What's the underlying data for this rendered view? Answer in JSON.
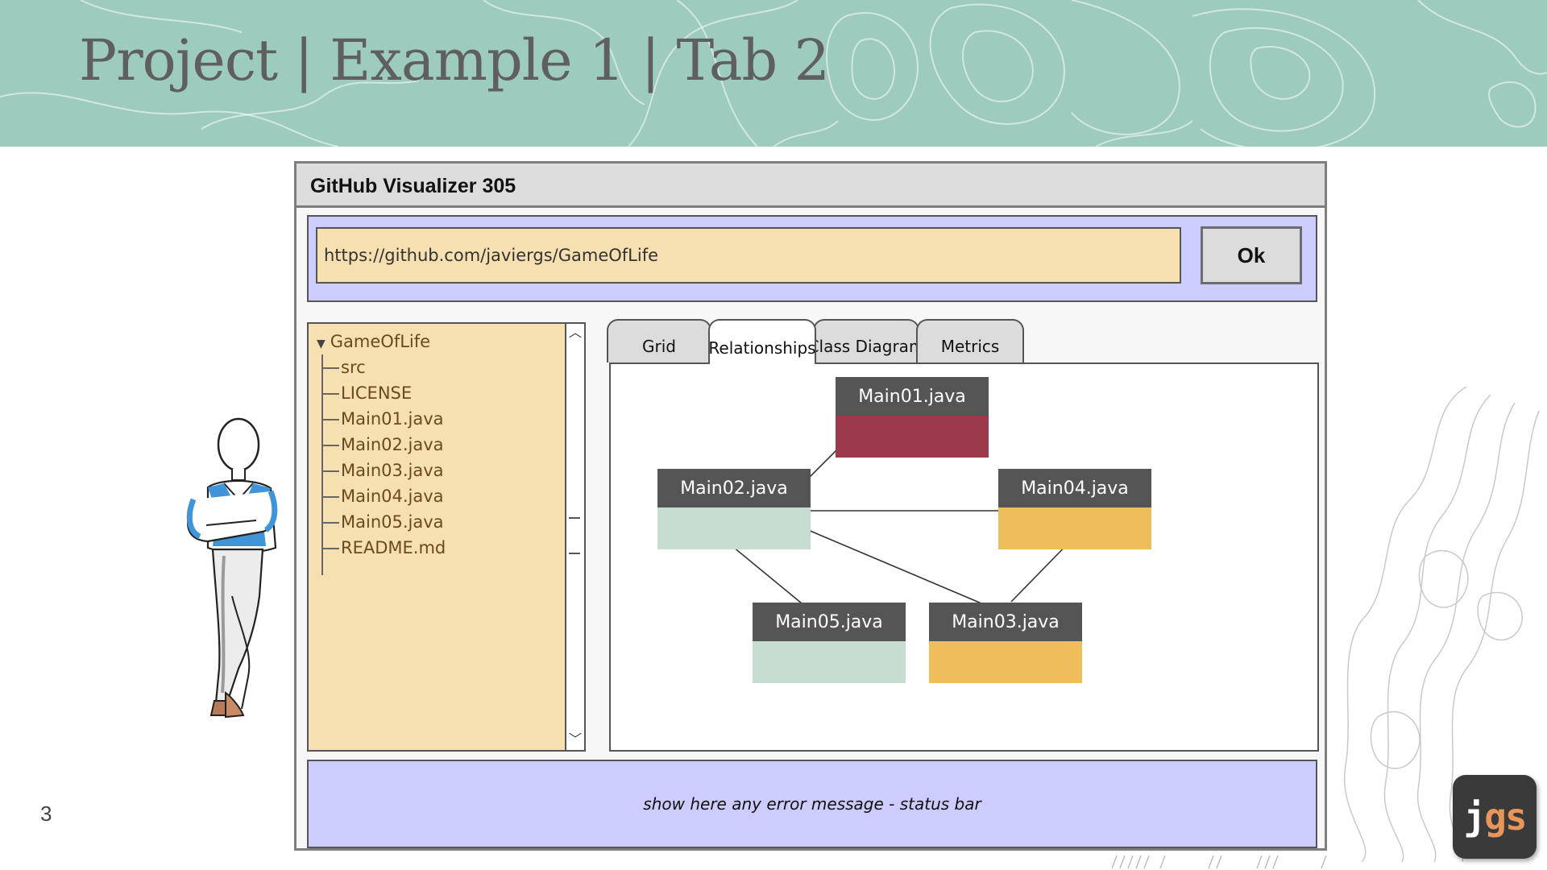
{
  "slide": {
    "title": "Project | Example 1 | Tab 2",
    "page_number": "3",
    "logo": {
      "j": "j",
      "gs": "gs"
    }
  },
  "app": {
    "title": "GitHub Visualizer 305",
    "url_value": "https://github.com/javiergs/GameOfLife",
    "ok_label": "Ok"
  },
  "tree": {
    "root": "GameOfLife",
    "children": [
      "src",
      "LICENSE",
      "Main01.java",
      "Main02.java",
      "Main03.java",
      "Main04.java",
      "Main05.java",
      "README.md"
    ]
  },
  "tabs": [
    {
      "label": "Grid",
      "active": false
    },
    {
      "label": "Relationships",
      "active": true
    },
    {
      "label": "Class Diagram",
      "active": false
    },
    {
      "label": "Metrics",
      "active": false
    }
  ],
  "diagram": {
    "nodes": [
      {
        "id": "main01",
        "label": "Main01.java",
        "color": "#9c3a4b"
      },
      {
        "id": "main02",
        "label": "Main02.java",
        "color": "#c8ddd2"
      },
      {
        "id": "main04",
        "label": "Main04.java",
        "color": "#eebe5a"
      },
      {
        "id": "main05",
        "label": "Main05.java",
        "color": "#c8ddd2"
      },
      {
        "id": "main03",
        "label": "Main03.java",
        "color": "#eebe5a"
      }
    ],
    "edges": [
      [
        "main01",
        "main02"
      ],
      [
        "main02",
        "main04"
      ],
      [
        "main02",
        "main05"
      ],
      [
        "main02",
        "main03"
      ],
      [
        "main04",
        "main03"
      ]
    ]
  },
  "status_message": "show here any error message - status bar",
  "colors": {
    "header_band": "#9dcbbd",
    "panel_lavender": "#ccccfd",
    "input_peach": "#f6dfb0",
    "node_header": "#555555"
  }
}
